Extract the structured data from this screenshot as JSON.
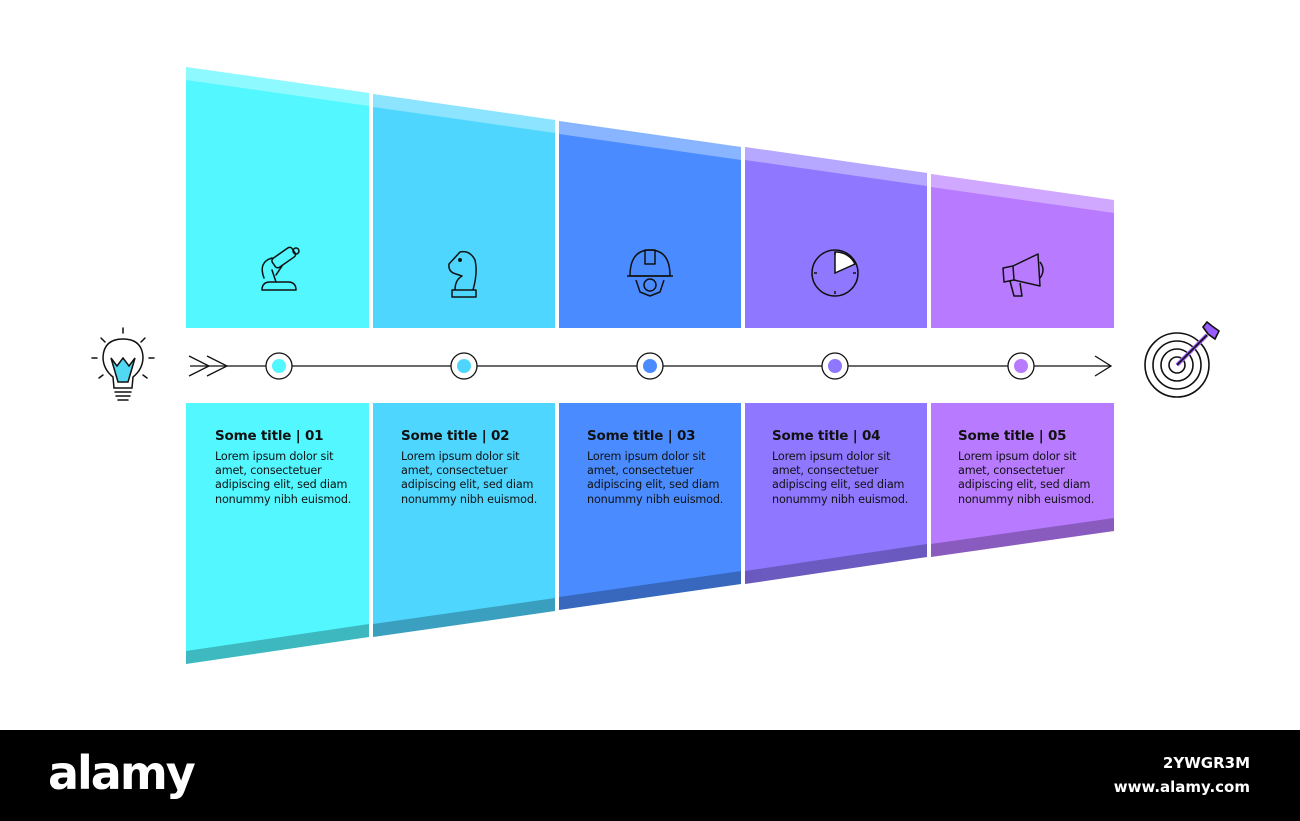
{
  "steps": [
    {
      "title": "Some title | 01",
      "body": "Lorem ipsum dolor sit amet, consectetuer adipiscing elit, sed diam nonummy nibh euismod.",
      "color": "#52f7ff",
      "icon": "microscope-icon"
    },
    {
      "title": "Some title | 02",
      "body": "Lorem ipsum dolor sit amet, consectetuer adipiscing elit, sed diam nonummy nibh euismod.",
      "color": "#4fd6ff",
      "icon": "chess-knight-icon"
    },
    {
      "title": "Some title | 03",
      "body": "Lorem ipsum dolor sit amet, consectetuer adipiscing elit, sed diam nonummy nibh euismod.",
      "color": "#4a8cff",
      "icon": "helmet-gear-icon"
    },
    {
      "title": "Some title | 04",
      "body": "Lorem ipsum dolor sit amet, consectetuer adipiscing elit, sed diam nonummy nibh euismod.",
      "color": "#8f78ff",
      "icon": "clock-icon"
    },
    {
      "title": "Some title | 05",
      "body": "Lorem ipsum dolor sit amet, consectetuer adipiscing elit, sed diam nonummy nibh euismod.",
      "color": "#b87aff",
      "icon": "megaphone-icon"
    }
  ],
  "start_icon": "lightbulb-icon",
  "end_icon": "target-arrow-icon",
  "watermark": {
    "brand": "alamy",
    "image_id": "2YWGR3M",
    "url": "www.alamy.com"
  }
}
